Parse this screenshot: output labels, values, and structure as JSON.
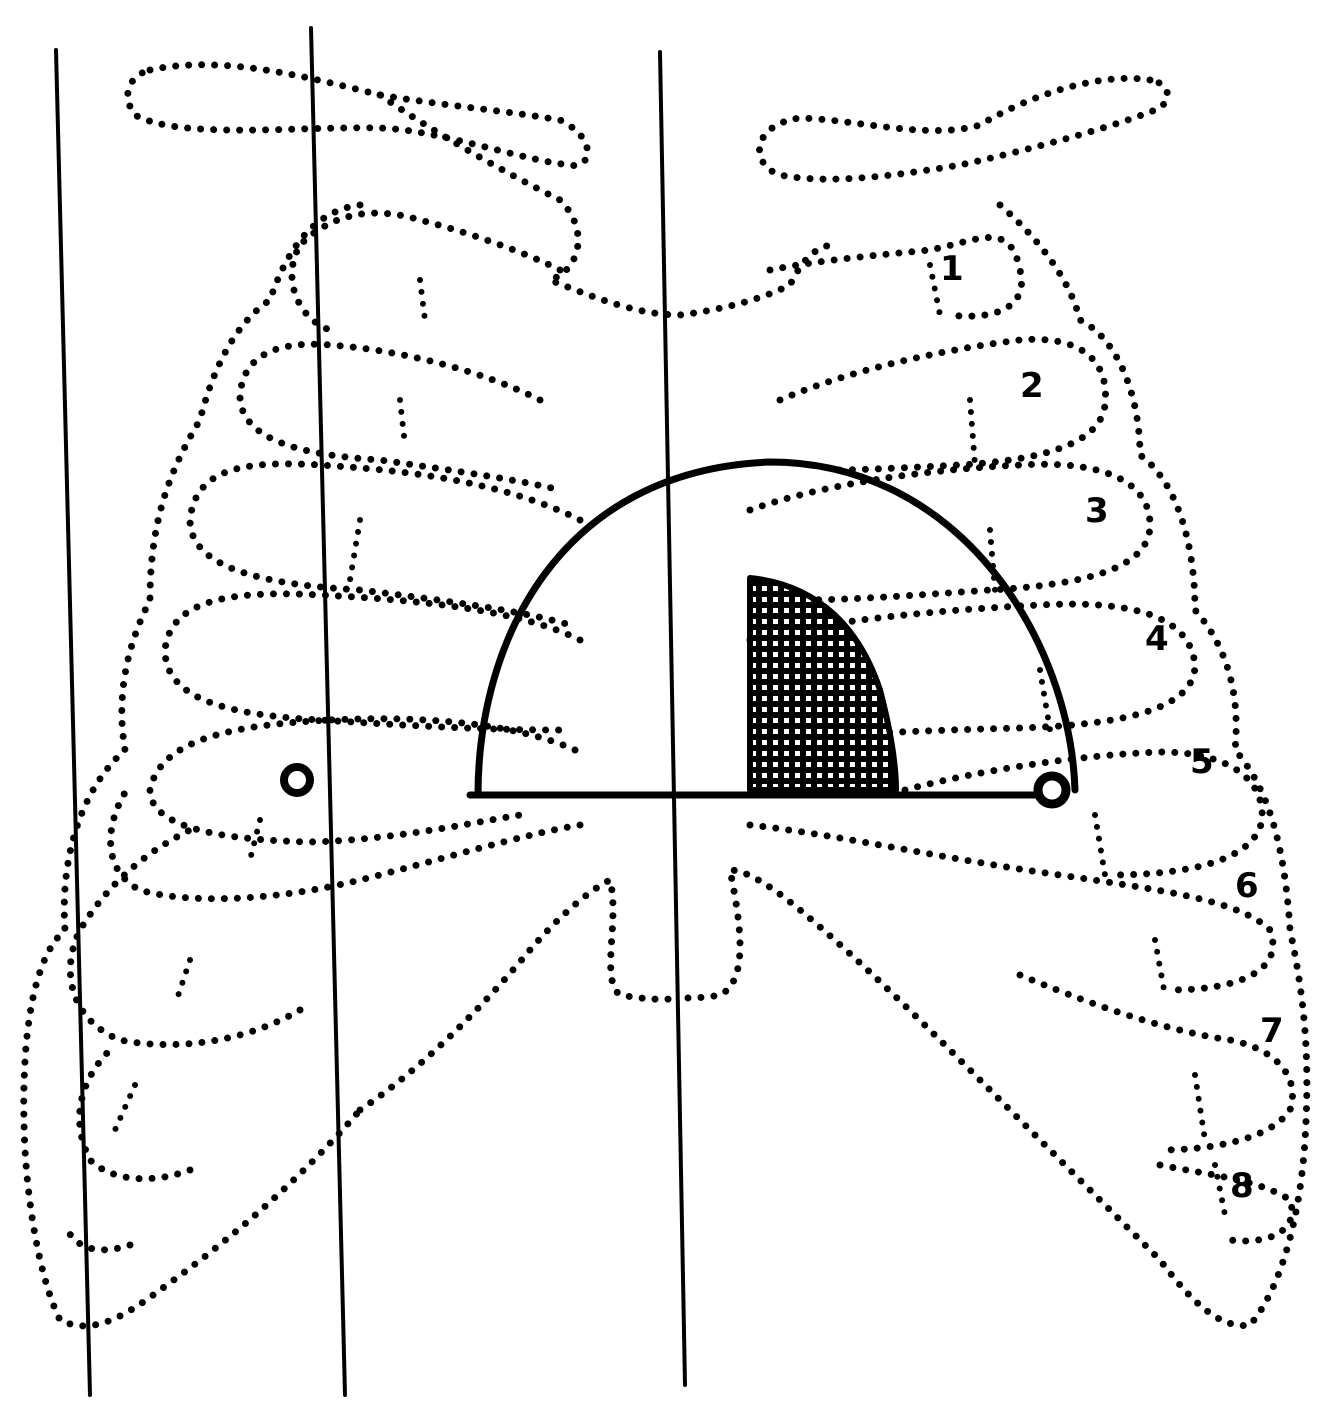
{
  "diagram": {
    "rib_numbers": [
      "1",
      "2",
      "3",
      "4",
      "5",
      "6",
      "7",
      "8"
    ],
    "colors": {
      "ink": "#000000",
      "paper": "#ffffff"
    }
  }
}
